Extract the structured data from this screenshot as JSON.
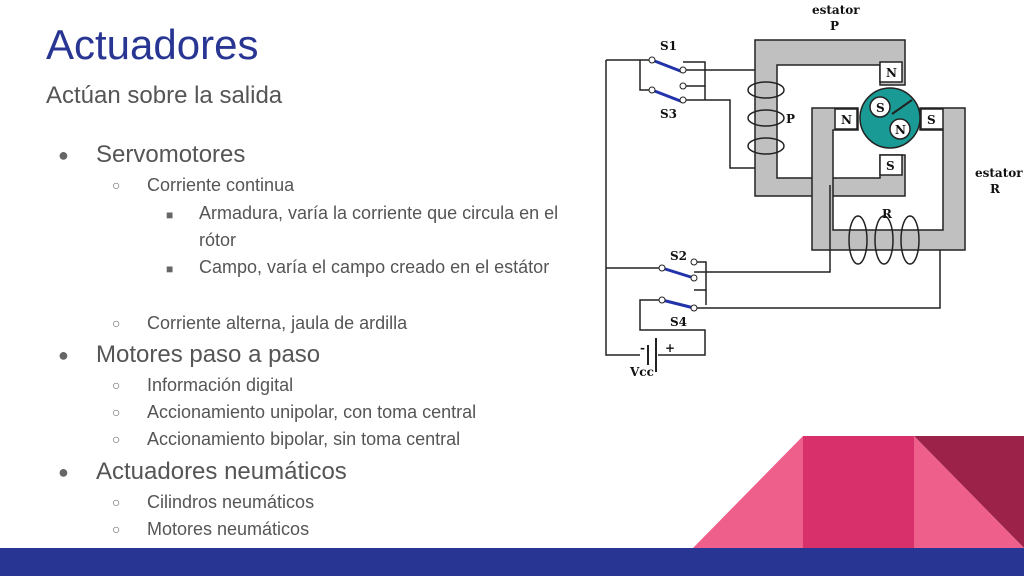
{
  "slide": {
    "title": "Actuadores",
    "subtitle": "Actúan sobre la salida",
    "bullets": [
      {
        "text": "Servomotores"
      },
      {
        "text": "Corriente continua"
      },
      {
        "text": "Armadura, varía la corriente que circula en el rótor"
      },
      {
        "text": "Campo, varía el campo creado en el estátor"
      },
      {
        "text": "Corriente alterna, jaula de ardilla"
      },
      {
        "text": "Motores paso a paso"
      },
      {
        "text": "Información digital"
      },
      {
        "text": "Accionamiento unipolar, con toma central"
      },
      {
        "text": "Accionamiento bipolar, sin toma central"
      },
      {
        "text": "Actuadores neumáticos"
      },
      {
        "text": "Cilindros neumáticos"
      },
      {
        "text": "Motores neumáticos"
      }
    ],
    "markers": {
      "level1": "●",
      "level2": "○",
      "level3": "■"
    }
  },
  "diagram": {
    "labels": {
      "estator_p_1": "estator",
      "estator_p_2": "P",
      "estator_r_1": "estator",
      "estator_r_2": "R",
      "coil_p": "P",
      "coil_r": "R",
      "s1": "S1",
      "s2": "S2",
      "s3": "S3",
      "s4": "S4",
      "vcc": "Vcc",
      "minus": "-",
      "plus": "+",
      "pole_n_top": "N",
      "pole_n_left": "N",
      "pole_s_right": "S",
      "pole_s_bottom": "S",
      "rotor_s": "S",
      "rotor_n": "N"
    }
  },
  "colors": {
    "title": "#283593",
    "text": "#555555",
    "rotor": "#1a9a94",
    "stator": "#c0c0c0",
    "band": "#283593",
    "pink_light": "#ef5f8b",
    "pink_mid": "#d8306a",
    "pink_dark": "#9c224a"
  }
}
